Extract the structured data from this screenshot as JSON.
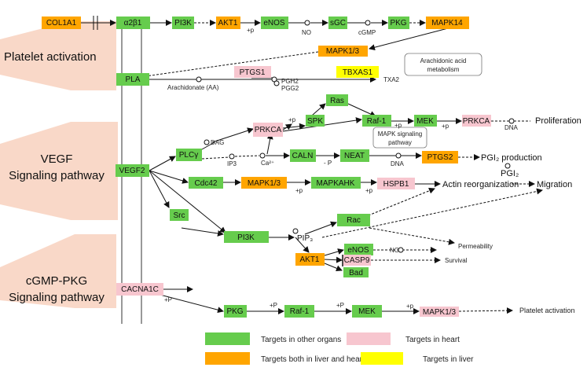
{
  "colors": {
    "green": "#66cc4d",
    "pink": "#f7c6cf",
    "orange": "#ffa500",
    "yellow": "#ffff00",
    "band": "#f9d8c8"
  },
  "sections": {
    "platelet": "Platelet activation",
    "vegf_1": "VEGF",
    "vegf_2": "Signaling pathway",
    "cgmp_1": "cGMP-PKG",
    "cgmp_2": "Signaling pathway"
  },
  "nodes": {
    "col1a1": "COL1A1",
    "a2b1": "α2β1",
    "pi3k_top": "PI3K",
    "akt1_top": "AKT1",
    "enos_top": "eNOS",
    "sgc": "sGC",
    "pkg_top": "PKG",
    "mapk14": "MAPK14",
    "mapk13_top": "MAPK1/3",
    "pla": "PLA",
    "ptgs1": "PTGS1",
    "tbxas1": "TBXAS1",
    "ras": "Ras",
    "prkca_mid": "PRKCA",
    "spk": "SPK",
    "raf1_mid": "Raf-1",
    "mek_mid": "MEK",
    "prkca_right": "PRKCA",
    "vegf2": "VEGF2",
    "plcy": "PLCγ",
    "caln": "CALN",
    "neat": "NEAT",
    "ptgs2": "PTGS2",
    "cdc42": "Cdc42",
    "mapk13_mid": "MAPK1/3",
    "mapkahk": "MAPKAHK",
    "hspb1": "HSPB1",
    "src": "Src",
    "pi3k_mid": "PI3K",
    "rac": "Rac",
    "enos_low": "eNOS",
    "akt1_low": "AKT1",
    "casp9": "CASP9",
    "bad": "Bad",
    "cacna1c": "CACNA1C",
    "pkg_bot": "PKG",
    "raf1_bot": "Raf-1",
    "mek_bot": "MEK",
    "mapk13_bot": "MAPK1/3"
  },
  "labels": {
    "p_akt": "+p",
    "no_top": "NO",
    "cgmp": "cGMP",
    "arachidonate": "Arachidonate (AA)",
    "pgh2": "PGH2",
    "pgg2": "PGG2",
    "txa2": "TXA2",
    "arach_box_1": "Arachidonic acid",
    "arach_box_2": "metabolism",
    "dag": "DAG",
    "ip3": "IP3",
    "ca": "Ca²⁺",
    "p_spk": "+p",
    "p_mek": "+p",
    "p_prkca": "+p",
    "dna_1": "DNA",
    "proliferation": "Proliferation",
    "mapk_box_1": "MAPK signaling",
    "mapk_box_2": "pathway",
    "minus_p": "- P",
    "dna_2": "DNA",
    "pgi2_prod": "PGI₂ production",
    "pgi2": "PGI₂",
    "p_cdc": "+p",
    "p_hsp": "+p",
    "actin": "Actin reorganization",
    "migration": "Migration",
    "pip3": "PIP₃",
    "no_low": "NO",
    "permeability": "Permeability",
    "survival": "Survival",
    "p_cac": "+P",
    "p_raf": "+P",
    "p_mekb": "+P",
    "p_mapkb": "+p",
    "platelet_act": "Platelet activation"
  },
  "legend": {
    "green": "Targets in other organs",
    "pink": "Targets in heart",
    "orange": "Targets both in liver and heart",
    "yellow": "Targets in liver"
  }
}
